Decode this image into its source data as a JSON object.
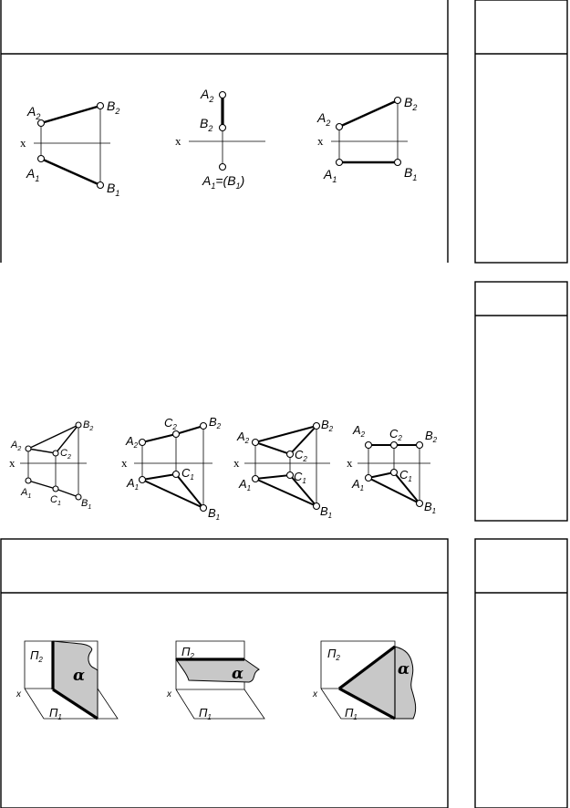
{
  "axis_label": "x",
  "axis_label_small": "x",
  "section1": {
    "fig1": {
      "A2": "A",
      "A2s": "2",
      "B2": "B",
      "B2s": "2",
      "A1": "A",
      "A1s": "1",
      "B1": "B",
      "B1s": "1"
    },
    "fig2": {
      "A2": "A",
      "A2s": "2",
      "B2": "B",
      "B2s": "2",
      "A1": "A",
      "A1s": "1",
      "eq": "=(",
      "B1": "B",
      "B1s": "1",
      "close": ")"
    },
    "fig3": {
      "A2": "A",
      "A2s": "2",
      "B2": "B",
      "B2s": "2",
      "A1": "A",
      "A1s": "1",
      "B1": "B",
      "B1s": "1"
    }
  },
  "section2": {
    "figs": [
      {
        "A2": "A",
        "A2s": "2",
        "B2": "B",
        "B2s": "2",
        "C2": "C",
        "C2s": "2",
        "A1": "A",
        "A1s": "1",
        "B1": "B",
        "B1s": "1",
        "C1": "C",
        "C1s": "1"
      },
      {
        "A2": "A",
        "A2s": "2",
        "B2": "B",
        "B2s": "2",
        "C2": "C",
        "C2s": "2",
        "A1": "A",
        "A1s": "1",
        "B1": "B",
        "B1s": "1",
        "C1": "C",
        "C1s": "1"
      },
      {
        "A2": "A",
        "A2s": "2",
        "B2": "B",
        "B2s": "2",
        "C2": "C",
        "C2s": "2",
        "A1": "A",
        "A1s": "1",
        "B1": "B",
        "B1s": "1",
        "C1": "C",
        "C1s": "1"
      },
      {
        "A2": "A",
        "A2s": "2",
        "B2": "B",
        "B2s": "2",
        "C2": "C",
        "C2s": "2",
        "A1": "A",
        "A1s": "1",
        "B1": "B",
        "B1s": "1",
        "C1": "C",
        "C1s": "1"
      }
    ]
  },
  "section3": {
    "plane_v": "Π",
    "plane_v_s": "2",
    "plane_h": "Π",
    "plane_h_s": "1",
    "alpha": "α"
  }
}
